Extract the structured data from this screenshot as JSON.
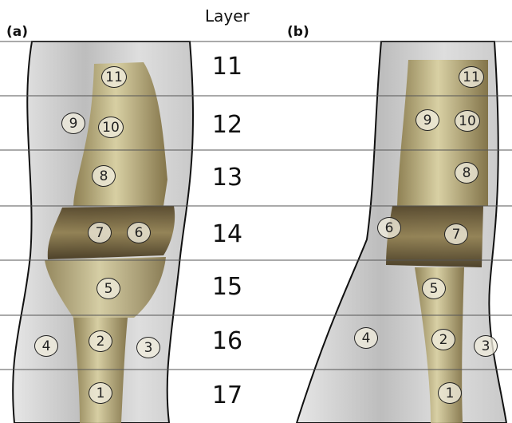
{
  "figure": {
    "header": "Layer",
    "panels": [
      {
        "id": "a",
        "label": "(a)"
      },
      {
        "id": "b",
        "label": "(b)"
      }
    ],
    "layers": [
      "11",
      "12",
      "13",
      "14",
      "15",
      "16",
      "17"
    ],
    "markers_a": [
      "1",
      "2",
      "3",
      "4",
      "5",
      "6",
      "7",
      "8",
      "9",
      "10",
      "11"
    ],
    "markers_b": [
      "1",
      "2",
      "3",
      "4",
      "5",
      "6",
      "7",
      "8",
      "9",
      "10",
      "11"
    ],
    "colors": {
      "muscle": "#d9d9d9",
      "bone": "#c7bd8a",
      "bone_dark": "#5b4a28",
      "outline": "#111111",
      "layer_line": "#555555"
    }
  }
}
